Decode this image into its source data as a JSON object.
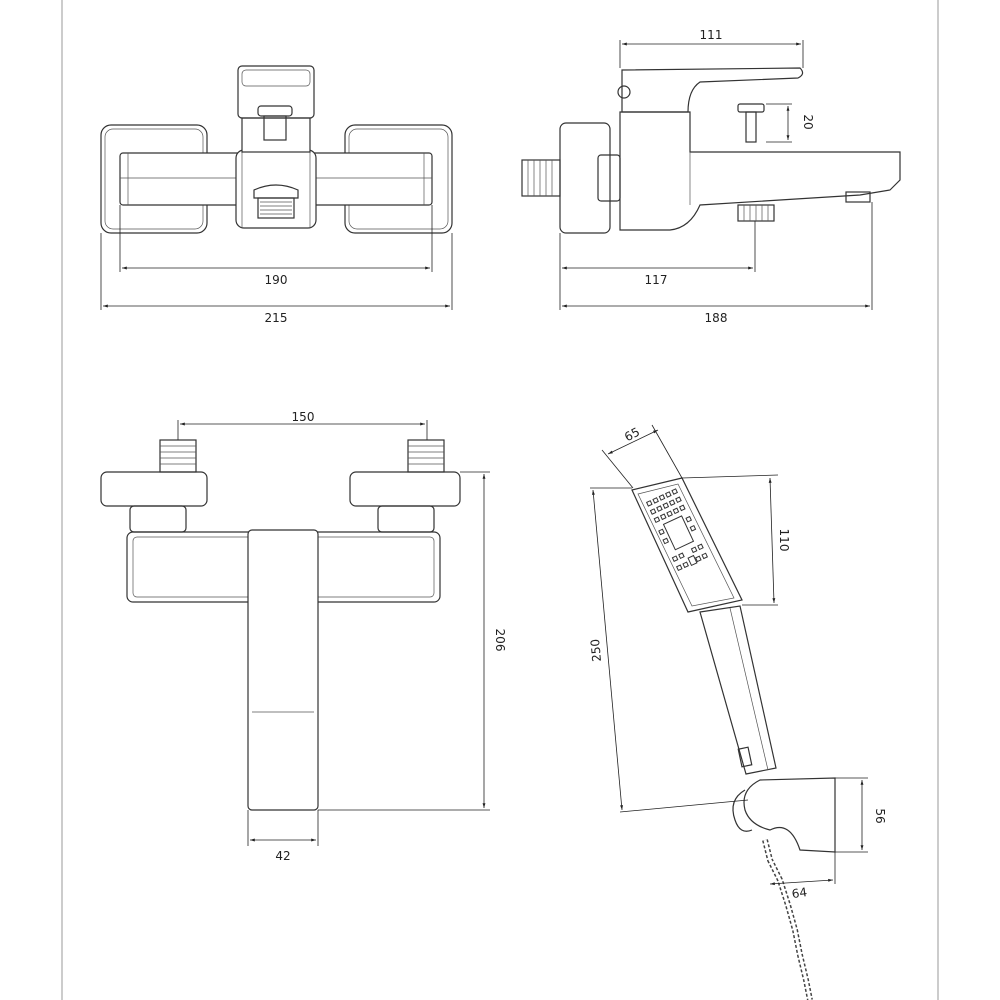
{
  "drawing": {
    "front_view": {
      "dim_inner_width": "190",
      "dim_outer_width": "215"
    },
    "side_view": {
      "dim_lever_length": "111",
      "dim_valve_height": "20",
      "dim_outlet_offset": "117",
      "dim_total_depth": "188"
    },
    "wall_view": {
      "dim_inlet_spacing": "150",
      "dim_total_height": "206",
      "dim_lever_width": "42"
    },
    "handshower_view": {
      "dim_head_width": "65",
      "dim_head_length": "110",
      "dim_total_length": "250",
      "dim_holder_height": "56",
      "dim_holder_depth": "64"
    }
  }
}
